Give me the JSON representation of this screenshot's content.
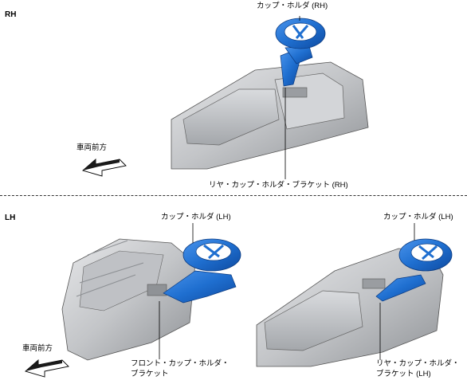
{
  "rh": {
    "section_label": "RH",
    "cup_holder_label": "カップ・ホルダ (RH)",
    "bracket_label": "リヤ・カップ・ホルダ・ブラケット (RH)",
    "forward_label": "車両前方"
  },
  "lh": {
    "section_label": "LH",
    "front_cup_holder_label": "カップ・ホルダ (LH)",
    "front_bracket_label_line1": "フロント・カップ・ホルダ・",
    "front_bracket_label_line2": "ブラケット",
    "forward_label": "車両前方",
    "rear_cup_holder_label": "カップ・ホルダ (LH)",
    "rear_bracket_label_line1": "リヤ・カップ・ホルダ・",
    "rear_bracket_label_line2": "ブラケット (LH)"
  },
  "colors": {
    "part_blue": "#1f6fd0",
    "console_gray": "#c9cacd"
  }
}
